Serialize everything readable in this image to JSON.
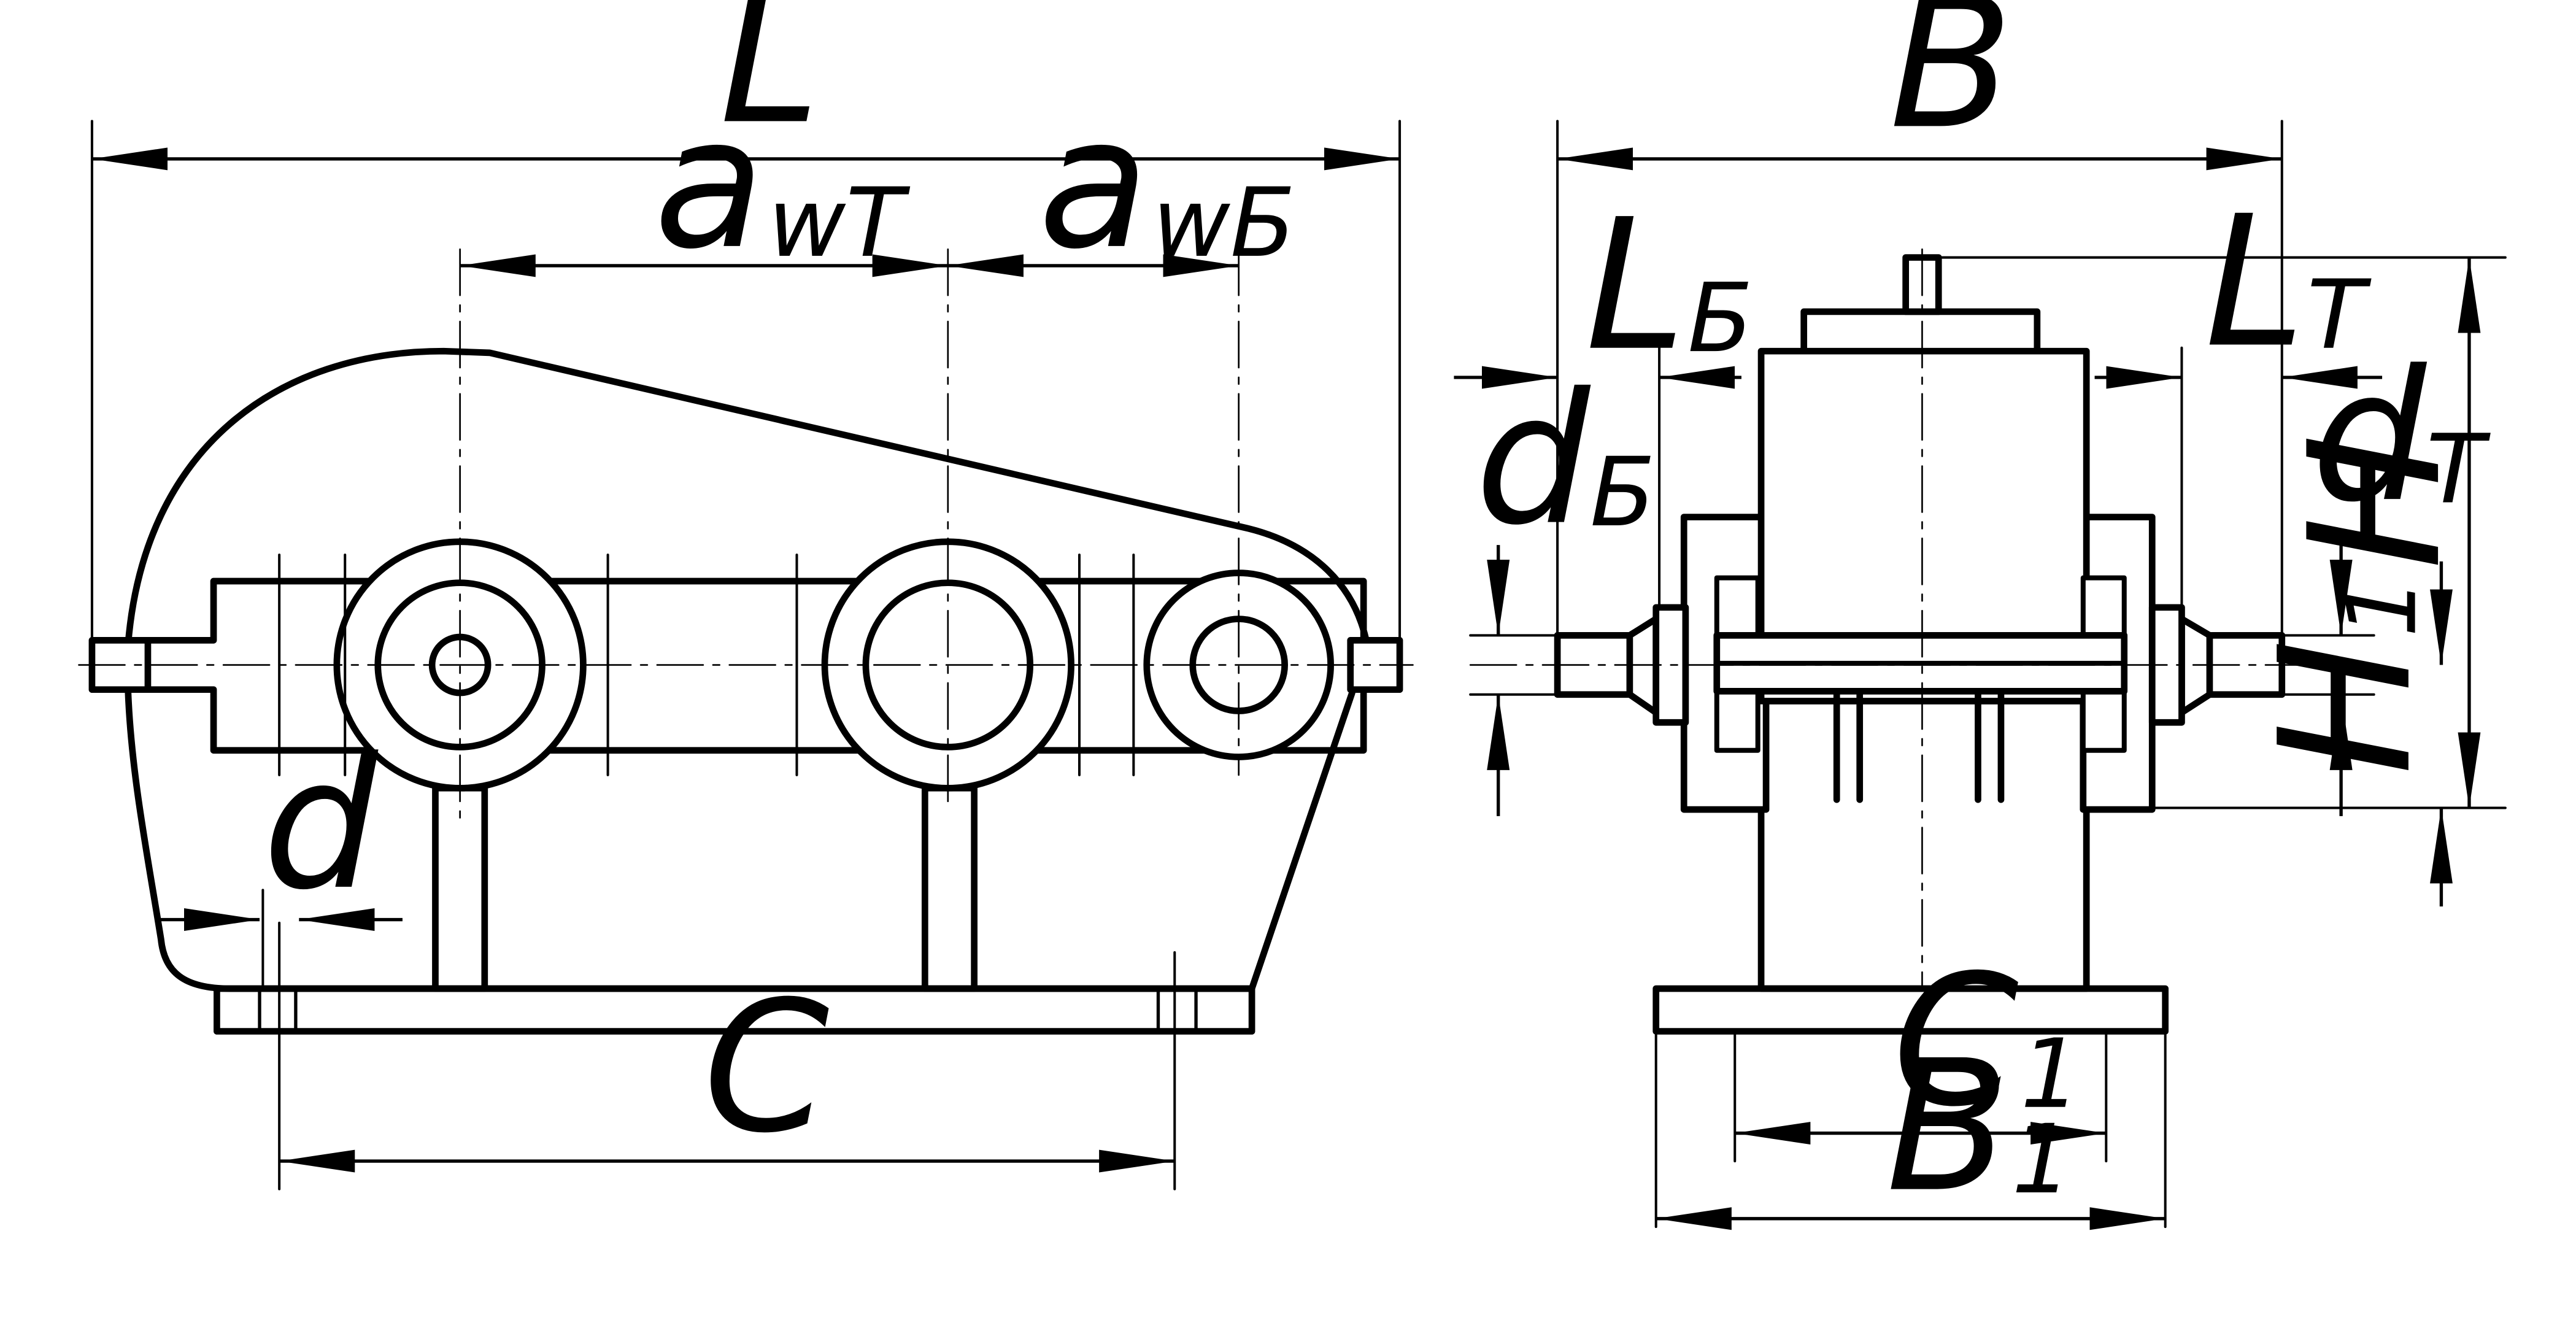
{
  "labels": {
    "L": "L",
    "awT": {
      "base": "a",
      "sub": "wT"
    },
    "awB": {
      "base": "a",
      "sub": "wБ"
    },
    "d": "d",
    "C": "C",
    "B": "B",
    "LB": {
      "base": "L",
      "sub": "Б"
    },
    "LT": {
      "base": "L",
      "sub": "T"
    },
    "dB": {
      "base": "d",
      "sub": "Б"
    },
    "dT": {
      "base": "d",
      "sub": "T"
    },
    "H": "H",
    "H1": {
      "base": "H",
      "sub": "1"
    },
    "C1": {
      "base": "C",
      "sub": "1"
    },
    "B1": {
      "base": "B",
      "sub": "1"
    }
  },
  "colors": {
    "line": "#000000",
    "background": "#ffffff"
  }
}
